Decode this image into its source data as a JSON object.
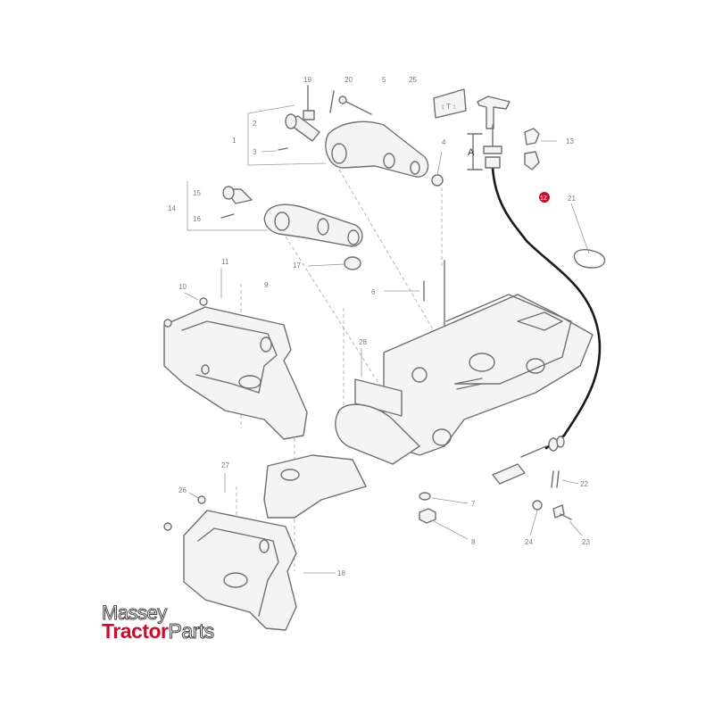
{
  "callouts": [
    {
      "id": "1",
      "label": "1"
    },
    {
      "id": "2",
      "label": "2"
    },
    {
      "id": "3",
      "label": "3"
    },
    {
      "id": "4",
      "label": "4"
    },
    {
      "id": "5",
      "label": "5"
    },
    {
      "id": "6",
      "label": "6"
    },
    {
      "id": "7",
      "label": "7"
    },
    {
      "id": "8",
      "label": "8"
    },
    {
      "id": "9",
      "label": "9"
    },
    {
      "id": "10",
      "label": "10"
    },
    {
      "id": "11",
      "label": "11"
    },
    {
      "id": "12",
      "label": "12"
    },
    {
      "id": "13",
      "label": "13"
    },
    {
      "id": "14",
      "label": "14"
    },
    {
      "id": "15",
      "label": "15"
    },
    {
      "id": "16",
      "label": "16"
    },
    {
      "id": "17",
      "label": "17"
    },
    {
      "id": "18",
      "label": "18"
    },
    {
      "id": "19",
      "label": "19"
    },
    {
      "id": "20",
      "label": "20"
    },
    {
      "id": "21",
      "label": "21"
    },
    {
      "id": "22",
      "label": "22"
    },
    {
      "id": "23",
      "label": "23"
    },
    {
      "id": "24",
      "label": "24"
    },
    {
      "id": "25",
      "label": "25"
    },
    {
      "id": "26",
      "label": "26"
    },
    {
      "id": "27",
      "label": "27"
    },
    {
      "id": "28",
      "label": "28"
    }
  ],
  "highlighted_callout": "12",
  "dimension_label": "A",
  "logo": {
    "line1": "Massey",
    "line2a": "Tractor",
    "line2b": "Parts"
  },
  "colors": {
    "highlight": "#c8102e",
    "line": "#6f6f6f",
    "cable": "#1a1a1a"
  }
}
